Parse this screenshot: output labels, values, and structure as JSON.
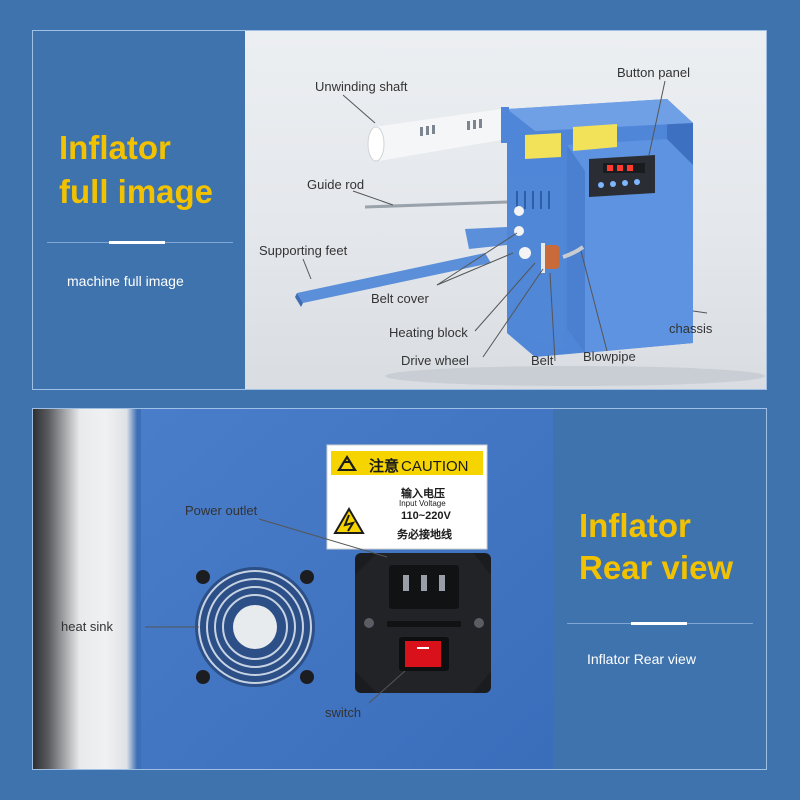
{
  "top_panel": {
    "title_line1": "Inflator",
    "title_line2": "full image",
    "subtitle": "machine full image",
    "callouts": {
      "unwinding_shaft": "Unwinding shaft",
      "guide_rod": "Guide rod",
      "supporting_feet": "Supporting feet",
      "belt_cover": "Belt cover",
      "heating_block": "Heating block",
      "drive_wheel": "Drive wheel",
      "belt": "Belt",
      "blowpipe": "Blowpipe",
      "chassis": "chassis",
      "button_panel": "Button panel"
    }
  },
  "bottom_panel": {
    "title_line1": "Inflator",
    "title_line2": "Rear view",
    "subtitle": "Inflator Rear view",
    "callouts": {
      "power_outlet": "Power outlet",
      "heat_sink": "heat sink",
      "switch": "switch"
    },
    "caution_label": {
      "caution_cn": "注意",
      "caution_en": "CAUTION",
      "line1": "输入电压",
      "line2": "Input Voltage",
      "line3": "110~220V",
      "line4": "务必接地线"
    }
  },
  "colors": {
    "background": "#3f73ad",
    "title": "#f2c200",
    "machine_blue": "#4f86d8"
  }
}
